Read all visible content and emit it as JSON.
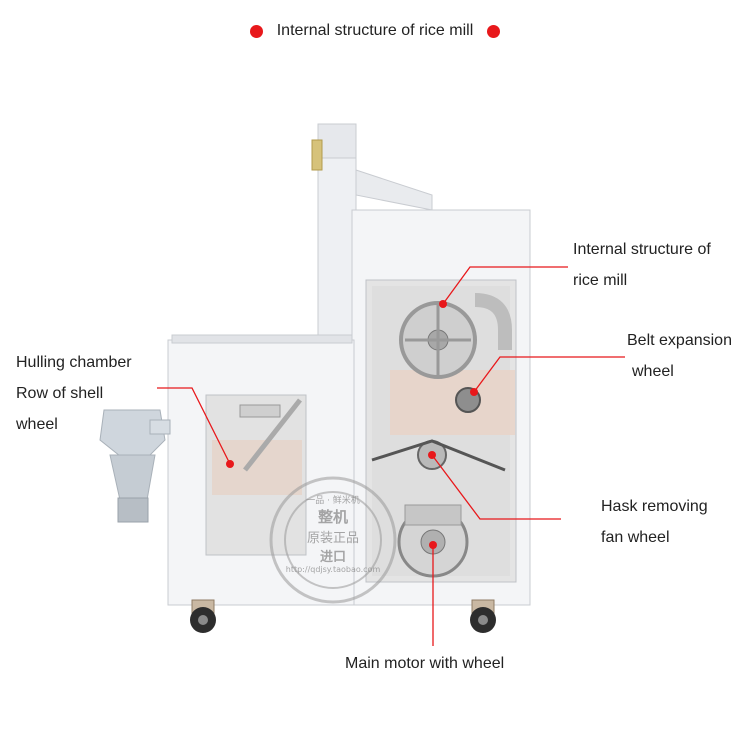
{
  "title": "Internal structure of rice mill",
  "labels": {
    "internal_structure": [
      "Internal structure of",
      "rice mill"
    ],
    "belt_expansion": [
      "Belt expansion",
      "wheel"
    ],
    "hulling_chamber": [
      "Hulling chamber",
      "Row of shell",
      "wheel"
    ],
    "hask_removing": [
      "Hask removing",
      "fan wheel"
    ],
    "main_motor": [
      "Main motor with wheel"
    ]
  },
  "watermark": {
    "top": "一品 · 鲜米机",
    "middle": [
      "整机",
      "原装正品",
      "进口"
    ],
    "bottom": "http://qdjsy.taobao.com"
  },
  "colors": {
    "accent": "#e8181b",
    "machine_body": "#f4f5f7",
    "machine_edge": "#c9ccd1",
    "window": "#e2e2e2"
  }
}
